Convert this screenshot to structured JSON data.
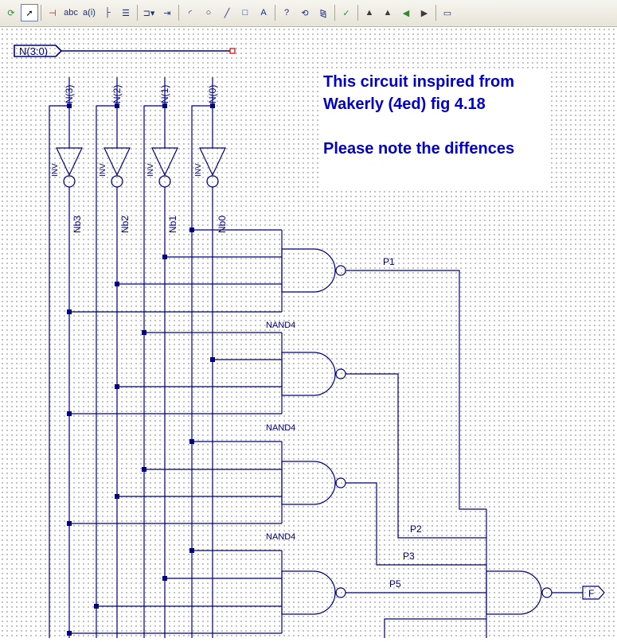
{
  "toolbar": {
    "buttons": [
      {
        "name": "refresh-icon",
        "glyph": "⟳",
        "color": "#2e8b2e"
      },
      {
        "name": "select-pointer-icon",
        "glyph": "➚",
        "color": "#000000",
        "active": true
      },
      {
        "name": "pin-icon",
        "glyph": "⊣",
        "color": "#c02020"
      },
      {
        "name": "net-label-icon",
        "glyph": "abc",
        "color": "#1b2f80"
      },
      {
        "name": "attribute-icon",
        "glyph": "a(i)",
        "color": "#1b2f80"
      },
      {
        "name": "bus-tap-icon",
        "glyph": "├",
        "color": "#1b2f80"
      },
      {
        "name": "bus-icon",
        "glyph": "☰",
        "color": "#1b2f80"
      },
      {
        "name": "add-symbol-icon",
        "glyph": "⊐▾",
        "color": "#1b2f80"
      },
      {
        "name": "io-marker-icon",
        "glyph": "⇥",
        "color": "#1b2f80"
      },
      {
        "name": "arc-icon",
        "glyph": "◜",
        "color": "#1b2f80"
      },
      {
        "name": "circle-icon",
        "glyph": "○",
        "color": "#1b2f80"
      },
      {
        "name": "line-icon",
        "glyph": "╱",
        "color": "#1b2f80"
      },
      {
        "name": "rectangle-icon",
        "glyph": "□",
        "color": "#1b2f80"
      },
      {
        "name": "text-icon",
        "glyph": "A",
        "color": "#1b2f80"
      },
      {
        "name": "help-icon",
        "glyph": "?",
        "color": "#1b2f80"
      },
      {
        "name": "rotate-icon",
        "glyph": "⟲",
        "color": "#1b2f80"
      },
      {
        "name": "mirror-icon",
        "glyph": "⧎",
        "color": "#1b2f80"
      },
      {
        "name": "check-schematic-icon",
        "glyph": "✓",
        "color": "#2e8b2e"
      },
      {
        "name": "push-down-icon",
        "glyph": "▲",
        "color": "#3a3a3a"
      },
      {
        "name": "pop-up-icon",
        "glyph": "▲",
        "color": "#3a3a3a"
      },
      {
        "name": "back-icon",
        "glyph": "◀",
        "color": "#2e8b2e"
      },
      {
        "name": "forward-icon",
        "glyph": "▶",
        "color": "#3a3a3a"
      },
      {
        "name": "window-icon",
        "glyph": "▭",
        "color": "#1b2f80"
      }
    ]
  },
  "colors": {
    "wire": "#000080",
    "marker": "#cc0000",
    "note": "#0000c8"
  },
  "bus": {
    "label": "N(3:0)"
  },
  "inputs": [
    {
      "bus_net": "N(3)",
      "inverted_net": "Nb3",
      "gate": "INV"
    },
    {
      "bus_net": "N(2)",
      "inverted_net": "Nb2",
      "gate": "INV"
    },
    {
      "bus_net": "N(1)",
      "inverted_net": "Nb1",
      "gate": "INV"
    },
    {
      "bus_net": "N(0)",
      "inverted_net": "Nb0",
      "gate": "INV"
    }
  ],
  "note": {
    "line1": "This circuit inspired from",
    "line2": "Wakerly (4ed) fig 4.18",
    "line3": "Please note the diffences"
  },
  "nand_gates": [
    {
      "output_net": "P1",
      "type_label": "NAND4"
    },
    {
      "output_net": "P2",
      "type_label": "NAND4"
    },
    {
      "output_net": "P3",
      "type_label": "NAND4"
    },
    {
      "output_net": "P5",
      "type_label": ""
    }
  ],
  "output": {
    "label": "F"
  }
}
